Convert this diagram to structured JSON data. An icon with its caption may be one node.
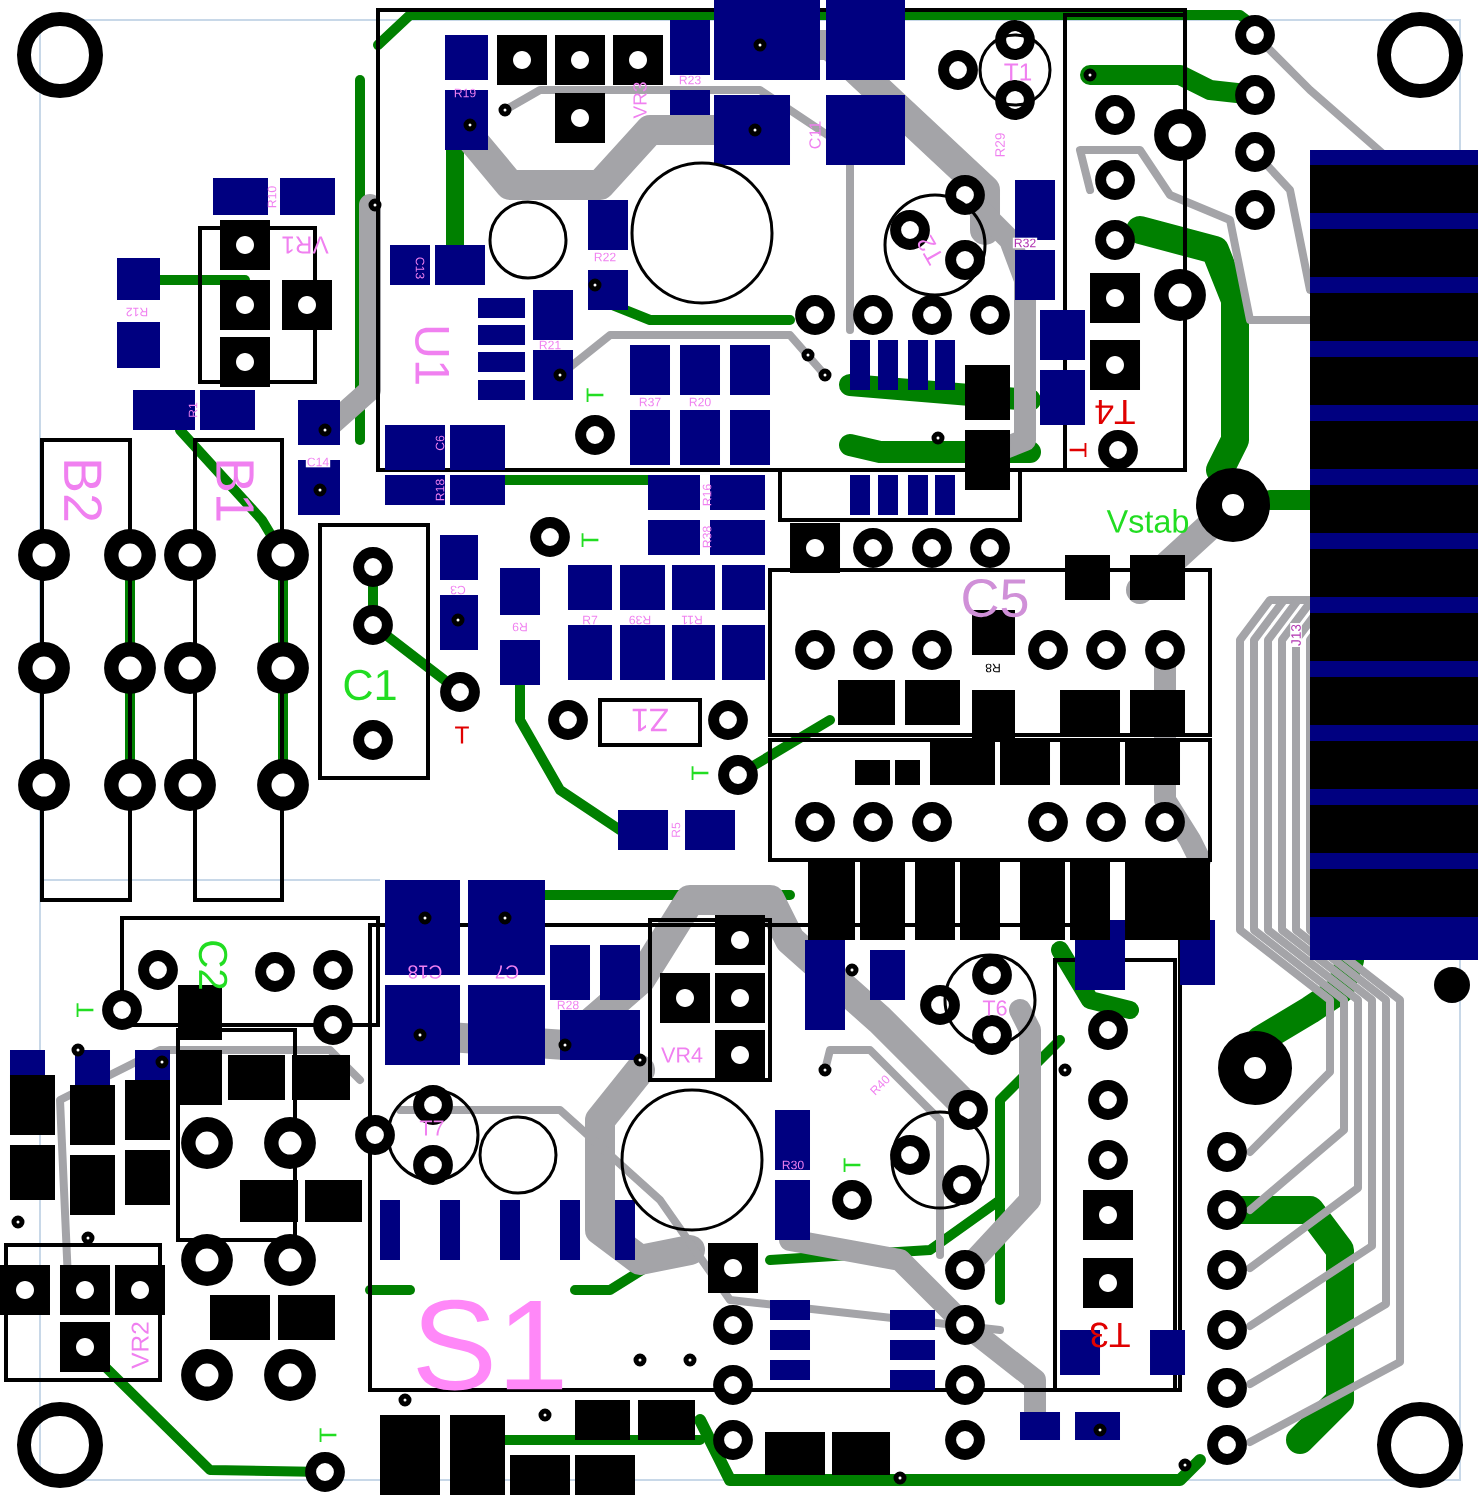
{
  "diagram": {
    "labels": [
      "VR3",
      "T1",
      "C11",
      "R29",
      "T2",
      "R32",
      "VR1",
      "R10",
      "C13",
      "R12",
      "U1",
      "R21",
      "R22",
      "R19",
      "R23",
      "R1",
      "C14",
      "R37",
      "R20",
      "T",
      "T4",
      "T",
      "B2",
      "B1",
      "C6",
      "R18",
      "R16",
      "R38",
      "T",
      "Vstab",
      "C5",
      "C3",
      "R9",
      "R7",
      "R39",
      "R11",
      "R8",
      "J13",
      "C1",
      "T",
      "Z1",
      "T",
      "R5",
      "C18",
      "C7",
      "R28",
      "C2",
      "T",
      "VR4",
      "T7",
      "T6",
      "R40",
      "R30",
      "T",
      "S1",
      "VR2",
      "T3",
      "T"
    ]
  }
}
